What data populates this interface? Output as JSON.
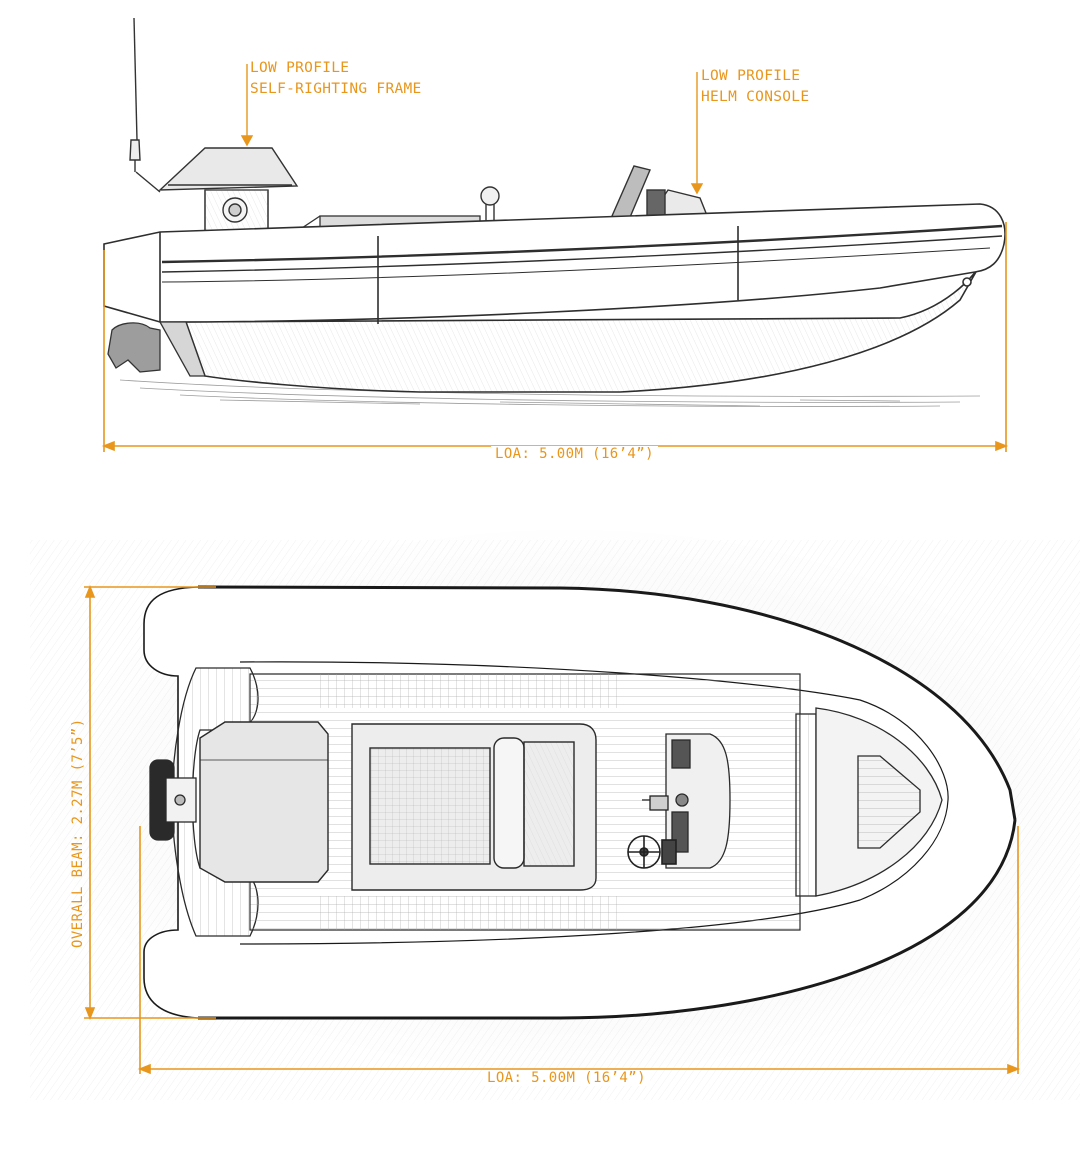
{
  "annotations": {
    "frame": {
      "line1": "LOW PROFILE",
      "line2": "SELF-RIGHTING FRAME"
    },
    "helm": {
      "line1": "LOW PROFILE",
      "line2": "HELM CONSOLE"
    }
  },
  "dimensions": {
    "side_loa": "LOA: 5.00M (16’4”)",
    "top_loa": "LOA: 5.00M (16’4”)",
    "beam": "OVERALL BEAM: 2.27M (7’5”)"
  },
  "colors": {
    "annotation": "#e8961c",
    "sketch_line": "#3a3a3a",
    "tube_outline": "#1a1a1a"
  }
}
